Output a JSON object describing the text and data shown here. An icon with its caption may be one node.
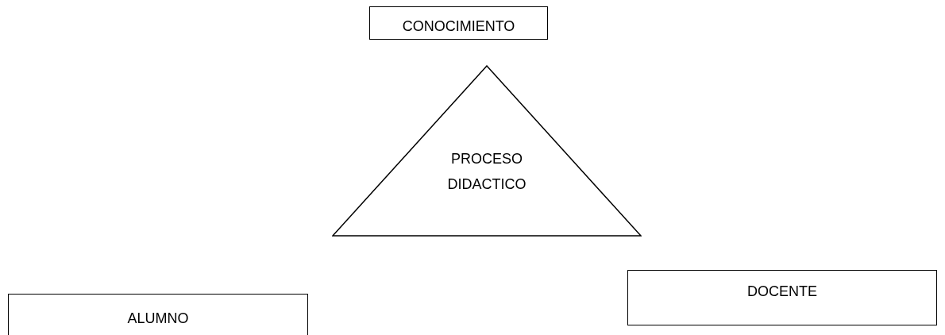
{
  "diagram": {
    "nodes": [
      {
        "text": [
          "CONOCIMIENTO"
        ]
      },
      {
        "text": [
          "PROCESO DIDACTICO"
        ]
      },
      {
        "text": [
          "ALUMNO"
        ]
      },
      {
        "text": [
          "DOCENTE"
        ]
      }
    ]
  }
}
